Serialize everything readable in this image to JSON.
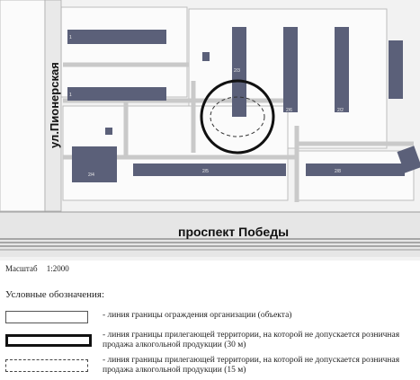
{
  "map": {
    "street_vertical": "ул.Пионерская",
    "street_horizontal": "проспект Победы",
    "building_numbers": {
      "b1": "1",
      "b2": "1",
      "b3": "2/4",
      "b4": "2/5",
      "b5": "2/6",
      "b6": "2/2",
      "b7": "2/3",
      "b8": "2/8"
    },
    "colors": {
      "building": "#5b6079",
      "road": "#e8e8e8",
      "ground": "#f4f4f4",
      "circle": "#111111"
    }
  },
  "scale": {
    "label": "Масштаб",
    "value": "1:2000"
  },
  "legend": {
    "title": "Условные обозначения:",
    "items": [
      {
        "text": "- линия границы ограждения организации (объекта)"
      },
      {
        "text": "- линия границы прилегающей территории, на которой не допускается розничная продажа алкогольной продукции (30 м)"
      },
      {
        "text": "- линия границы прилегающей территории, на которой не допускается розничная продажа алкогольной продукции (15 м)"
      }
    ]
  }
}
